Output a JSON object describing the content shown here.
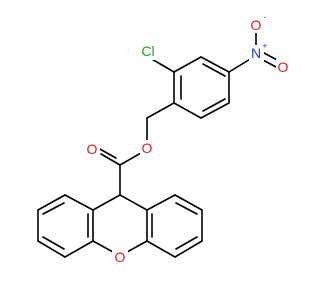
{
  "molecule": {
    "atom_labels": {
      "cl": "Cl",
      "n": "N",
      "o_nitro_top": "O",
      "o_nitro_right": "O",
      "o_ester": "O",
      "o_carbonyl": "O",
      "o_ring": "O"
    },
    "charges": {
      "n_plus": "+",
      "o_minus": "-"
    },
    "colors": {
      "cl": "#1fa31f",
      "n": "#1f3fe0",
      "o": "#e02020",
      "bond": "#000000"
    }
  }
}
